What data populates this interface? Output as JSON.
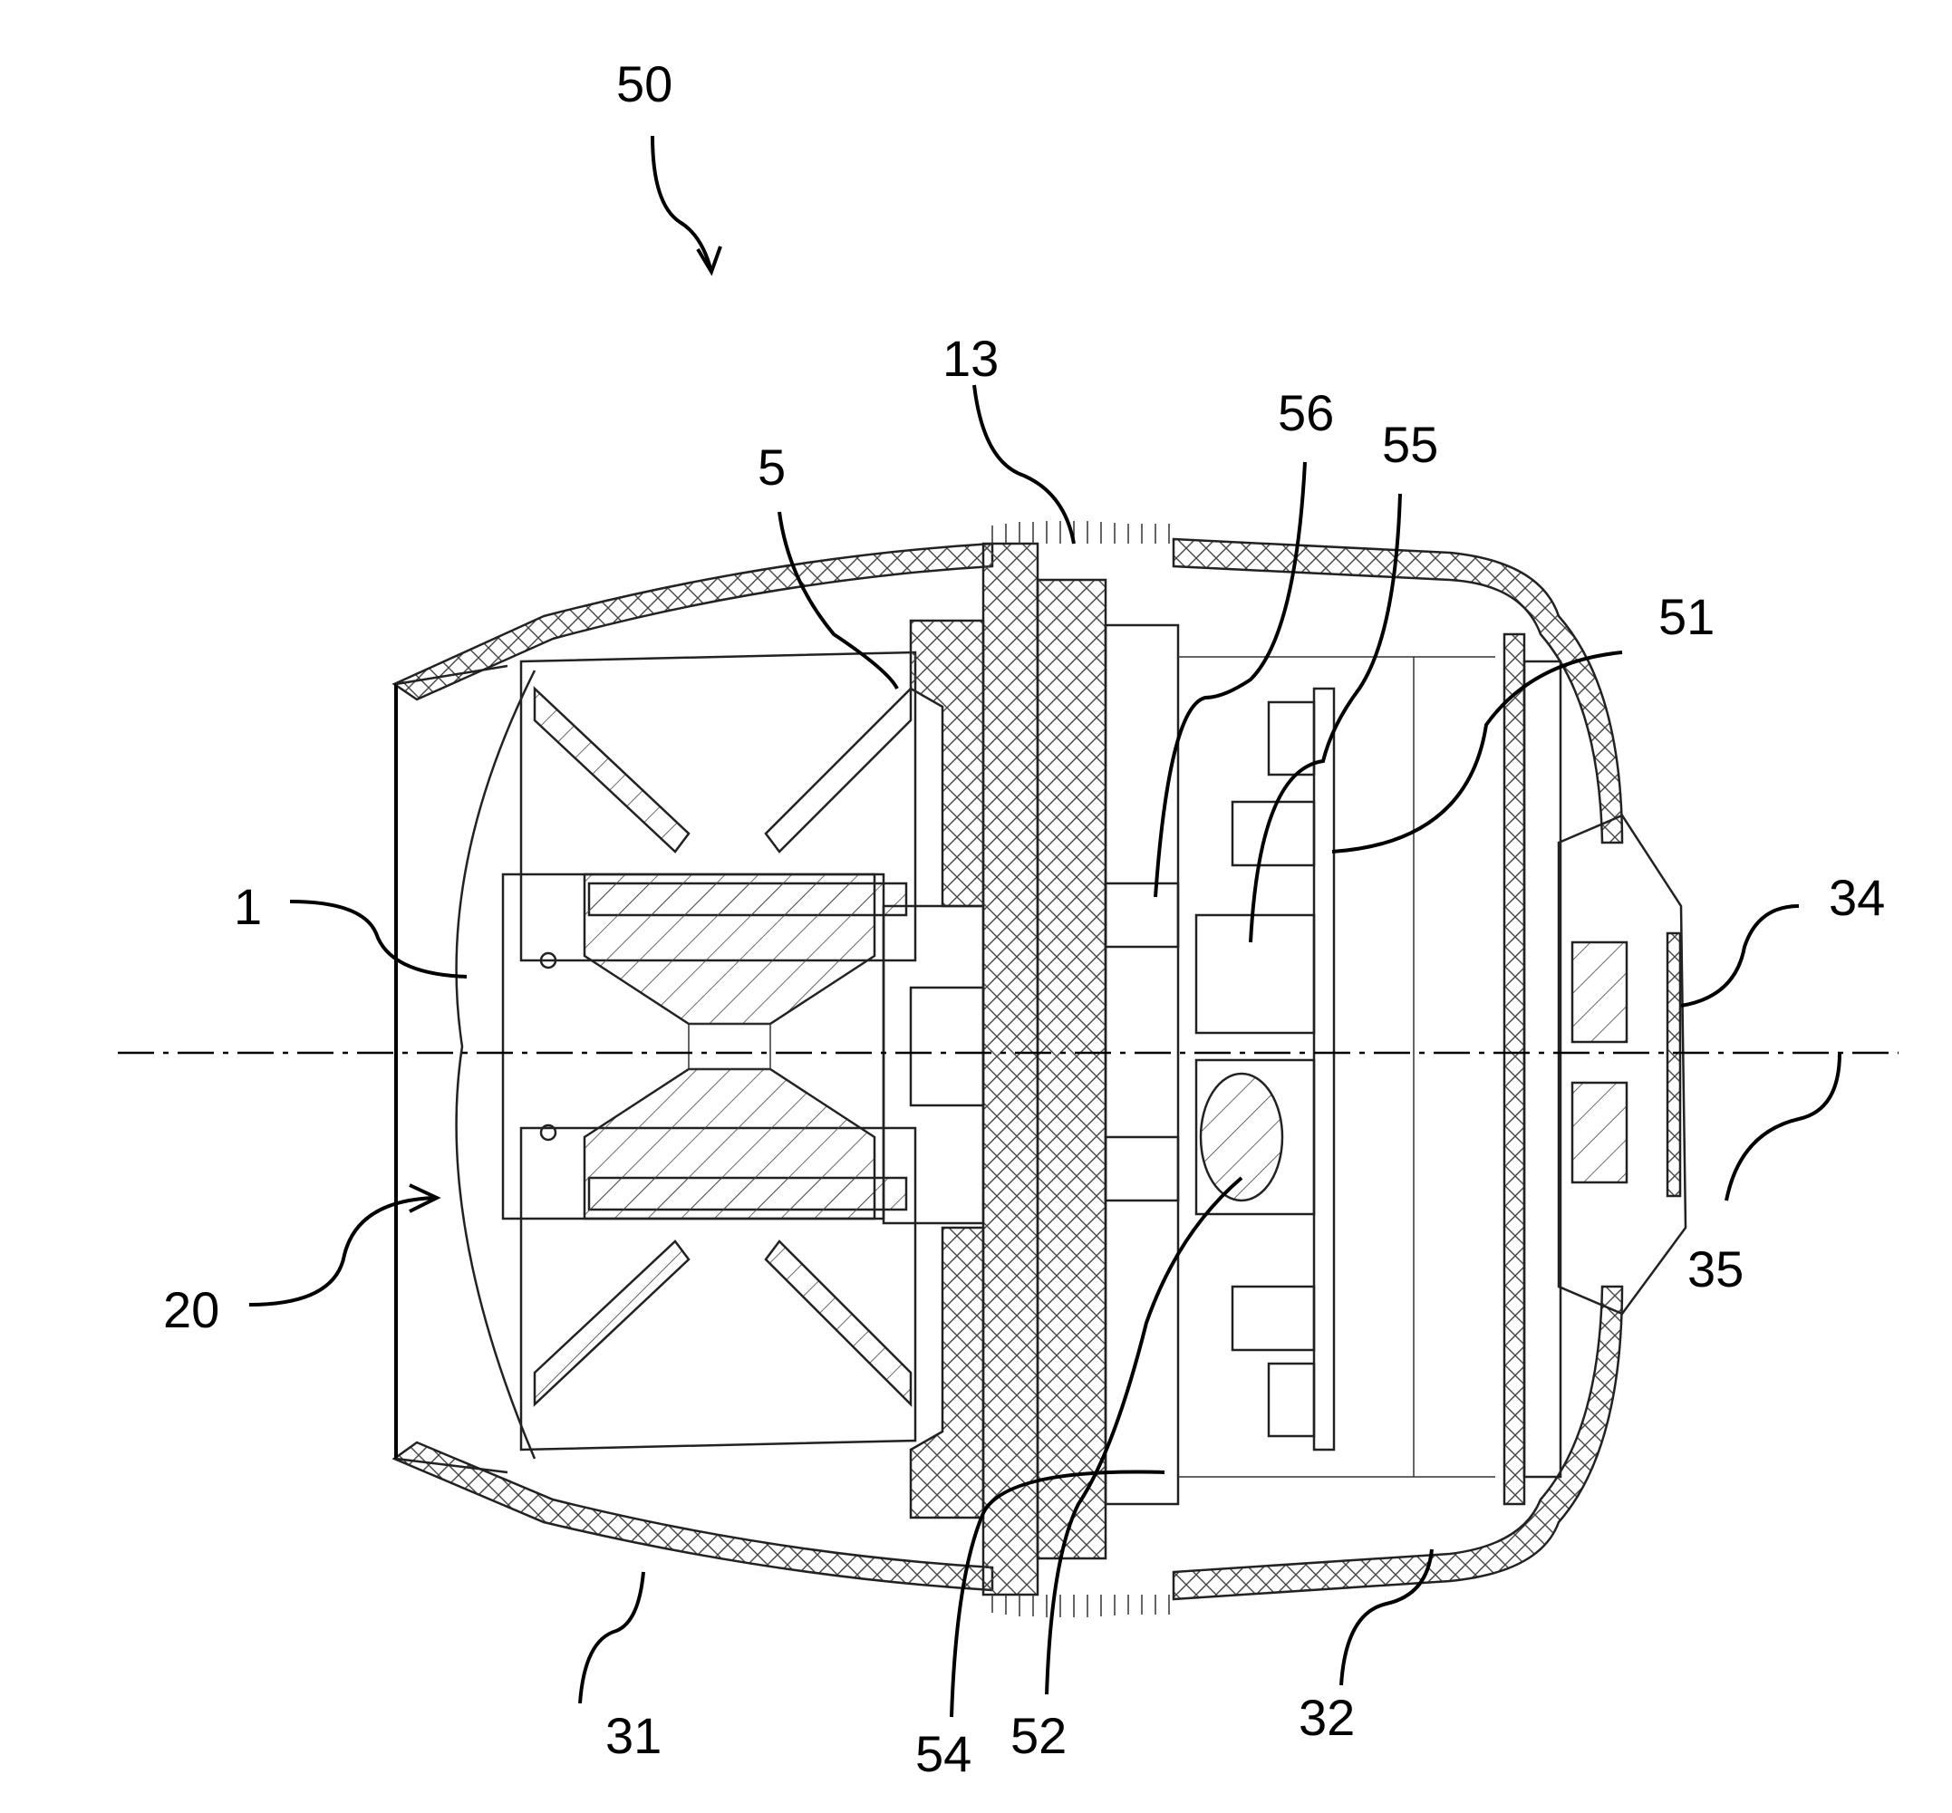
{
  "figure": {
    "reference_numerals": {
      "device": "50",
      "lens": "1",
      "light_path": "20",
      "part_5": "5",
      "heat_sink": "13",
      "part_56": "56",
      "part_55": "55",
      "circuit_board": "51",
      "part_34": "34",
      "optical_axis": "35",
      "front_housing": "31",
      "part_54": "54",
      "part_52": "52",
      "rear_housing": "32"
    },
    "line_color": "#000000",
    "background": "#ffffff"
  }
}
